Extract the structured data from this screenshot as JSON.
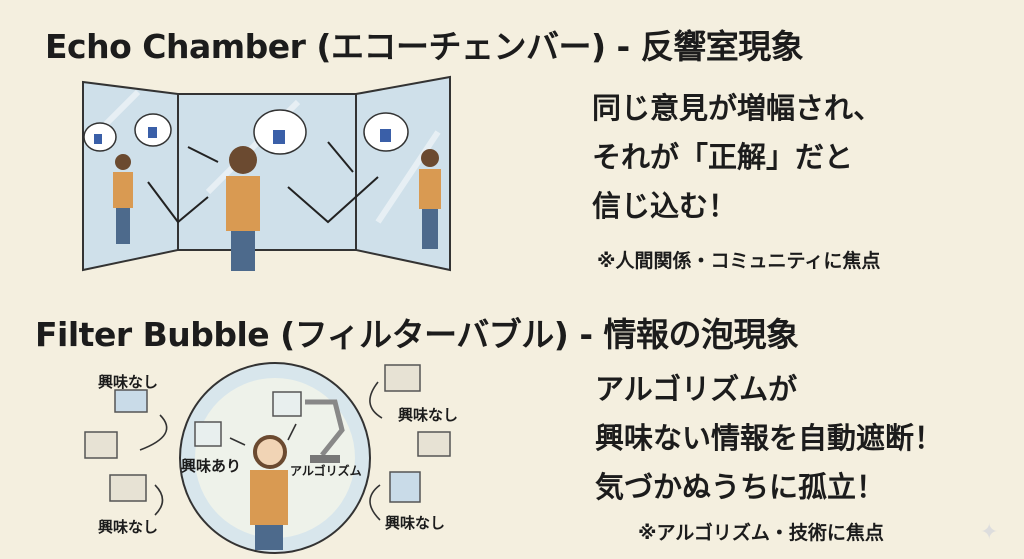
{
  "echo": {
    "title": "Echo Chamber (エコーチェンバー) - 反響室現象",
    "lines": [
      "同じ意見が増幅され、",
      "それが「正解」だと",
      "信じ込む！"
    ],
    "note": "※人間関係・コミュニティに焦点"
  },
  "filter": {
    "title": "Filter Bubble (フィルターバブル) - 情報の泡現象",
    "lines": [
      "アルゴリズムが",
      "興味ない情報を自動遮断！",
      "気づかぬうちに孤立！"
    ],
    "note": "※アルゴリズム・技術に焦点",
    "labels": {
      "no_interest": "興味なし",
      "interest": "興味あり",
      "algorithm": "アルゴリズム"
    }
  },
  "colors": {
    "background": "#f4efdf",
    "text": "#1c1c1c",
    "sweater": "#d99a52",
    "pants": "#4d6a8c",
    "mirror": "#cfe0ea"
  }
}
